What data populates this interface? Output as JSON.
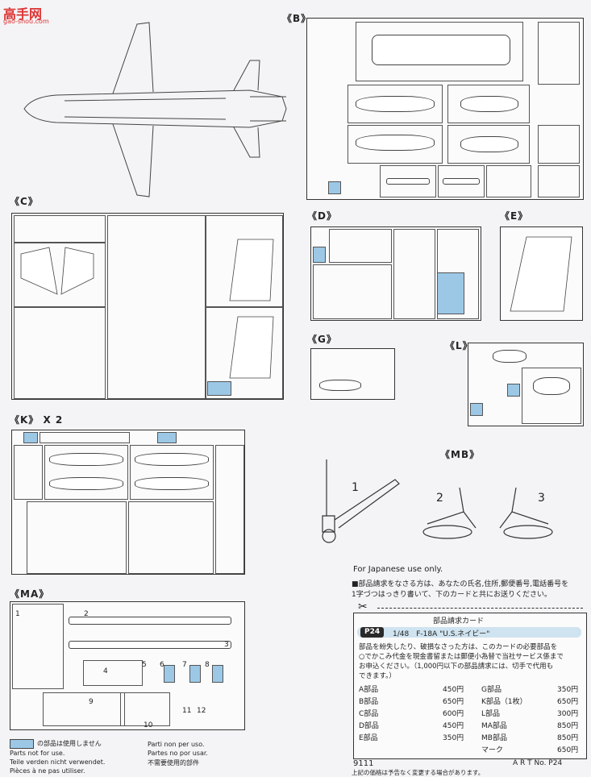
{
  "watermark": {
    "logo": "高手网",
    "url": "gao-shou.com"
  },
  "sections": {
    "B": "《B》",
    "C": "《C》",
    "D": "《D》",
    "E": "《E》",
    "G": "《G》",
    "L": "《L》",
    "K": "《K》 X 2",
    "MB": "《MB》",
    "MA": "《MA》"
  },
  "mb_parts": [
    "1",
    "2",
    "3"
  ],
  "ma_parts": [
    "1",
    "2",
    "3",
    "4",
    "5",
    "6",
    "7",
    "8",
    "9",
    "10",
    "11",
    "12"
  ],
  "legend": {
    "line1": "の部品は使用しません",
    "line2": "Parts not for use.",
    "line3": "Teile verden nicht verwendet.",
    "line4": "Pièces à ne pas utiliser.",
    "line5": "Parti non per uso.",
    "line6": "Partes no por usar.",
    "line7": "不需要使用的部件"
  },
  "order_card": {
    "japanese_only": "For Japanese use only.",
    "instruction": "■部品請求をなさる方は、あなたの氏名,住所,郵便番号,電話番号を",
    "instruction2": "1字づつはっきり書いて、下のカードと共にお送りください。",
    "card_title": "部品請求カード",
    "code": "P24",
    "product": "1/48　F-18A \"U.S.ネイビー\"",
    "body1": "部品を紛失したり、破損なさった方は、このカードの必要部品を",
    "body2": "○でかこみ代金を現金書留または郵便小為替で当社サービス係まで",
    "body3": "お申込ください。（1,000円以下の部品請求には、切手で代用も",
    "body4": "できます。）",
    "prices_left": [
      {
        "part": "A部品",
        "price": "450円"
      },
      {
        "part": "B部品",
        "price": "650円"
      },
      {
        "part": "C部品",
        "price": "600円"
      },
      {
        "part": "D部品",
        "price": "450円"
      },
      {
        "part": "E部品",
        "price": "350円"
      }
    ],
    "prices_right": [
      {
        "part": "G部品",
        "price": "350円"
      },
      {
        "part": "K部品（1枚）",
        "price": "650円"
      },
      {
        "part": "L部品",
        "price": "300円"
      },
      {
        "part": "MA部品",
        "price": "850円"
      },
      {
        "part": "MB部品",
        "price": "850円"
      },
      {
        "part": "マーク",
        "price": "650円"
      }
    ],
    "kit_number": "9111",
    "art_no": "A R T No. P24",
    "footer": "上記の価格は予告なく変更する場合があります。"
  }
}
